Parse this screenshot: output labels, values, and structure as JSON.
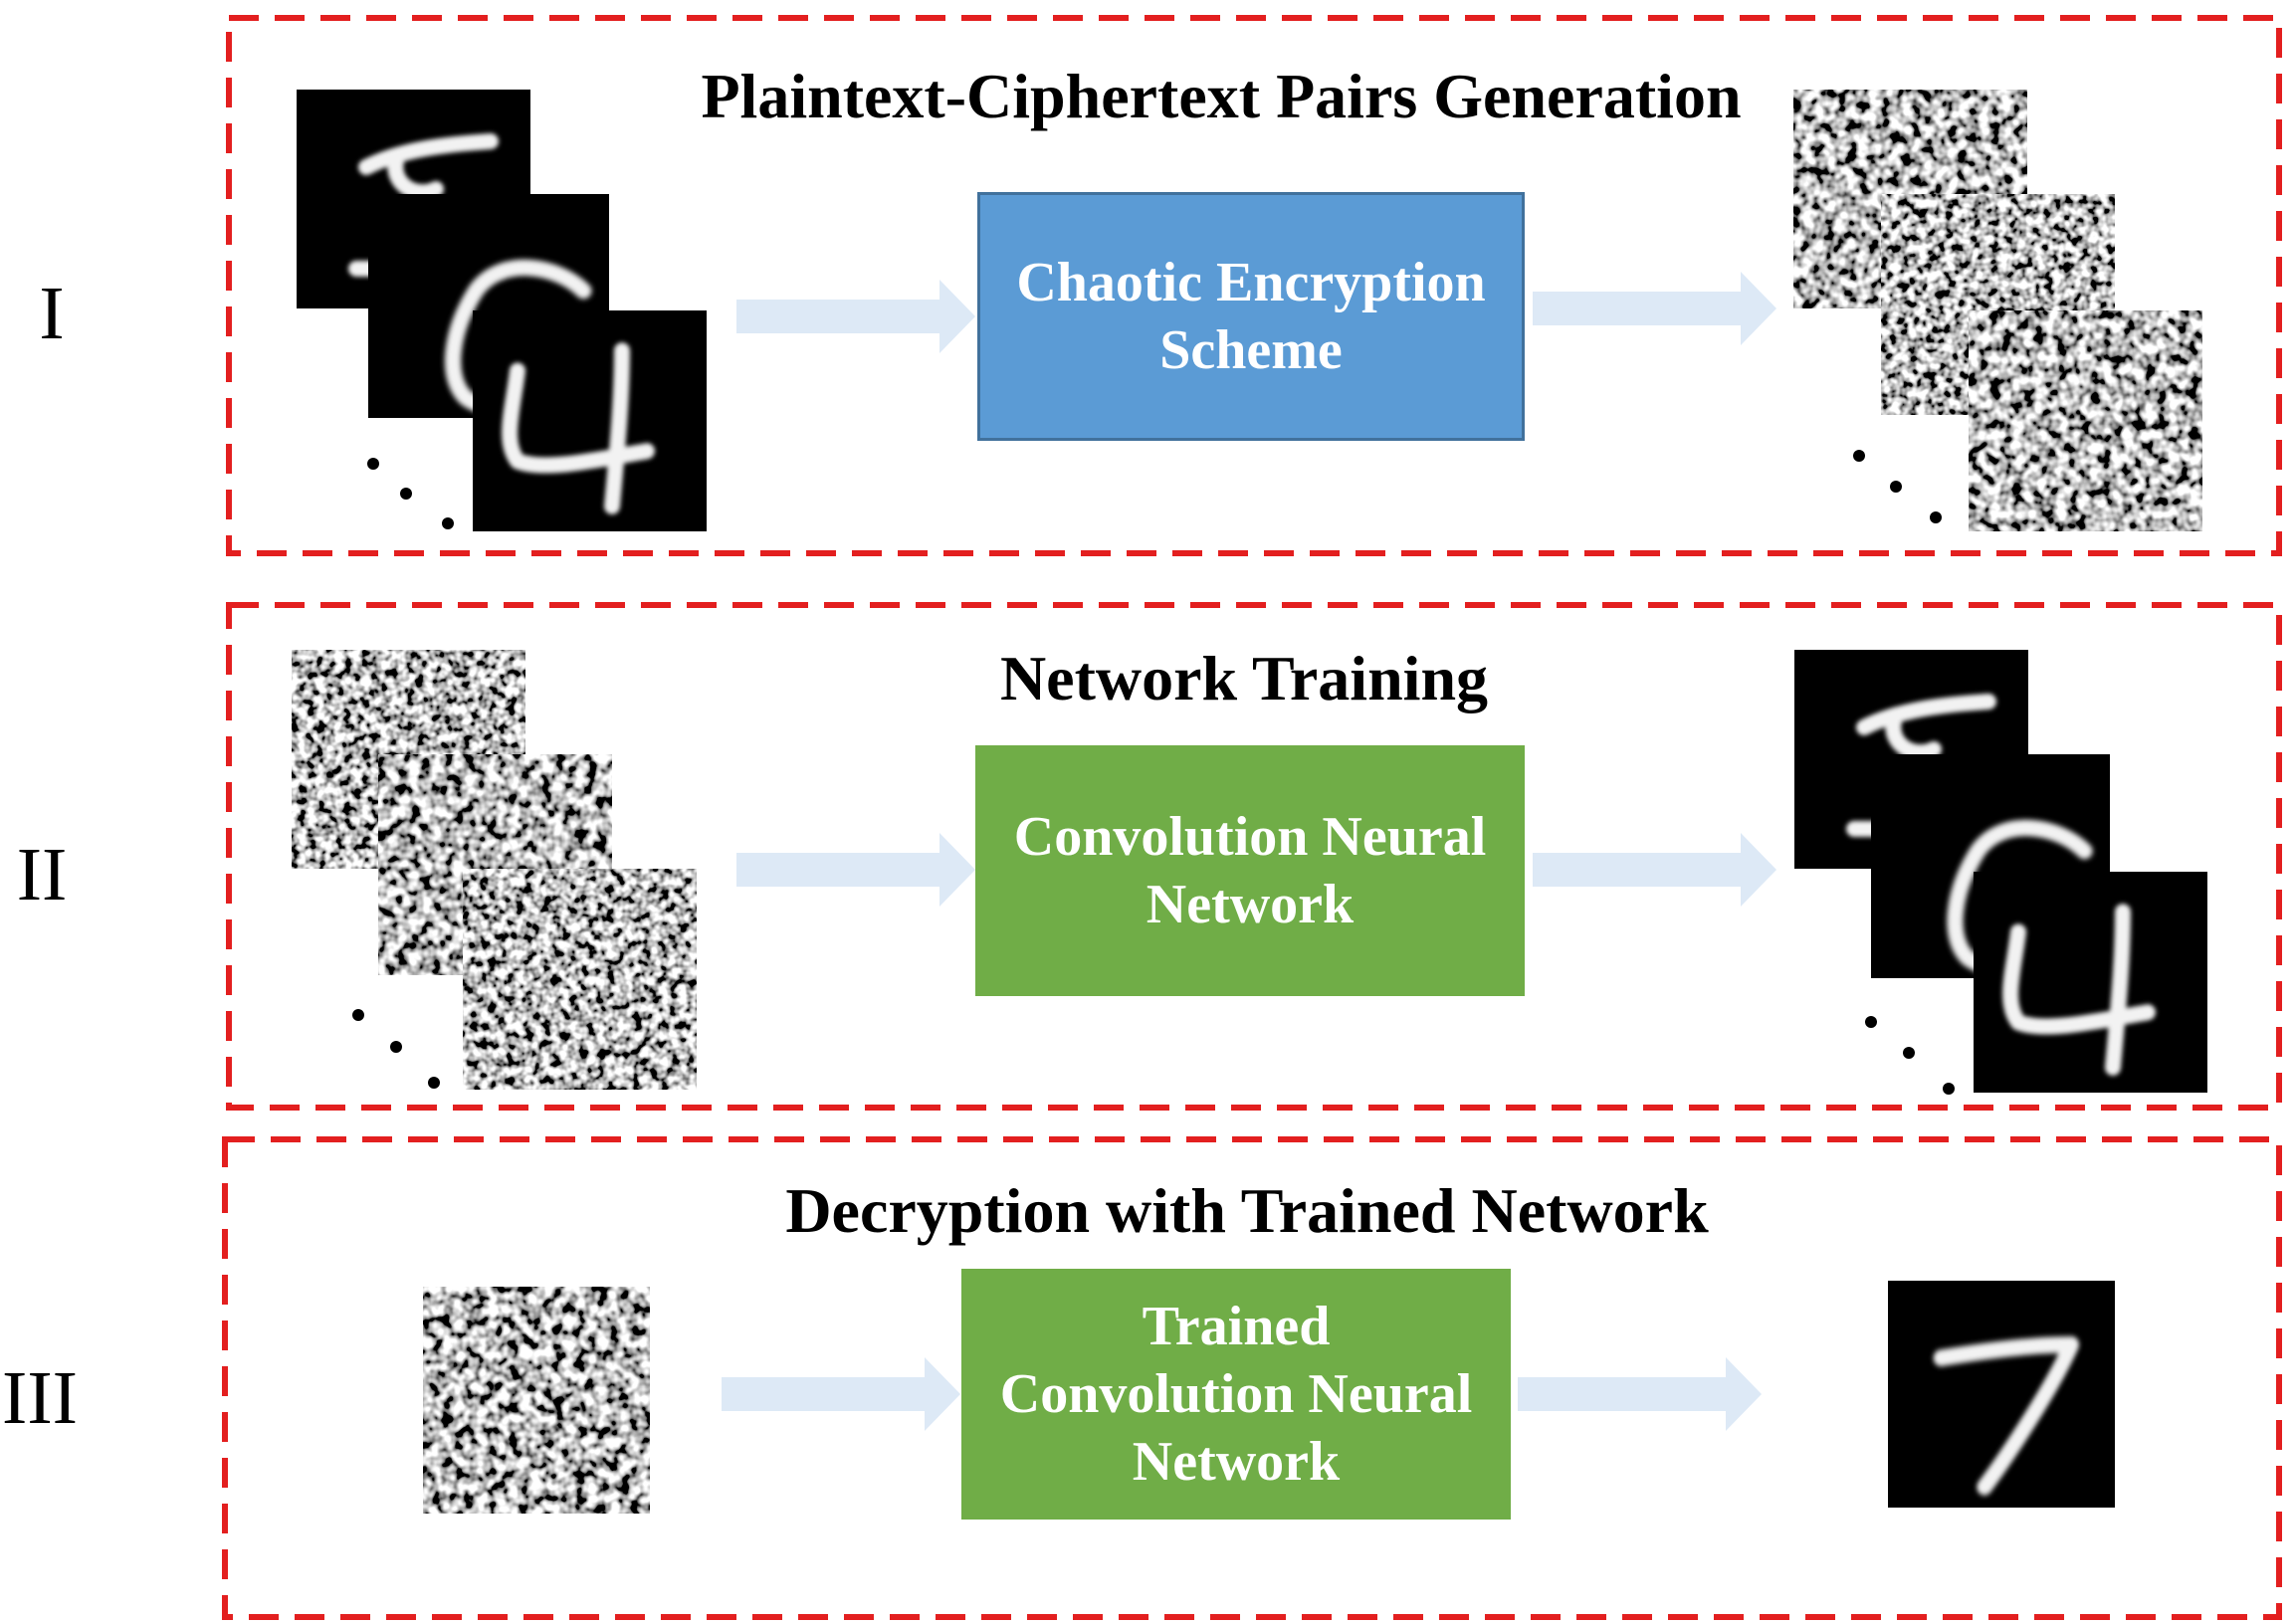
{
  "stages": [
    {
      "numeral": "I",
      "title": "Plaintext-Ciphertext Pairs Generation",
      "box_lines": [
        "Chaotic Encryption",
        "Scheme"
      ],
      "box_color": "#5b9bd5",
      "input": "plaintext-digits",
      "output": "ciphertext-images"
    },
    {
      "numeral": "II",
      "title": "Network Training",
      "box_lines": [
        "Convolution Neural",
        "Network"
      ],
      "box_color": "#70ad47",
      "input": "ciphertext-images",
      "output": "plaintext-digits"
    },
    {
      "numeral": "III",
      "title": "Decryption with Trained Network",
      "box_lines": [
        "Trained",
        "Convolution Neural",
        "Network"
      ],
      "box_color": "#70ad47",
      "input": "ciphertext-image",
      "output": "plaintext-digit"
    }
  ],
  "colors": {
    "frame": "#e31f1f",
    "arrow": "#dde9f6",
    "blue_box": "#5b9bd5",
    "green_box": "#70ad47",
    "digit_stroke": "#f2f2f2"
  }
}
